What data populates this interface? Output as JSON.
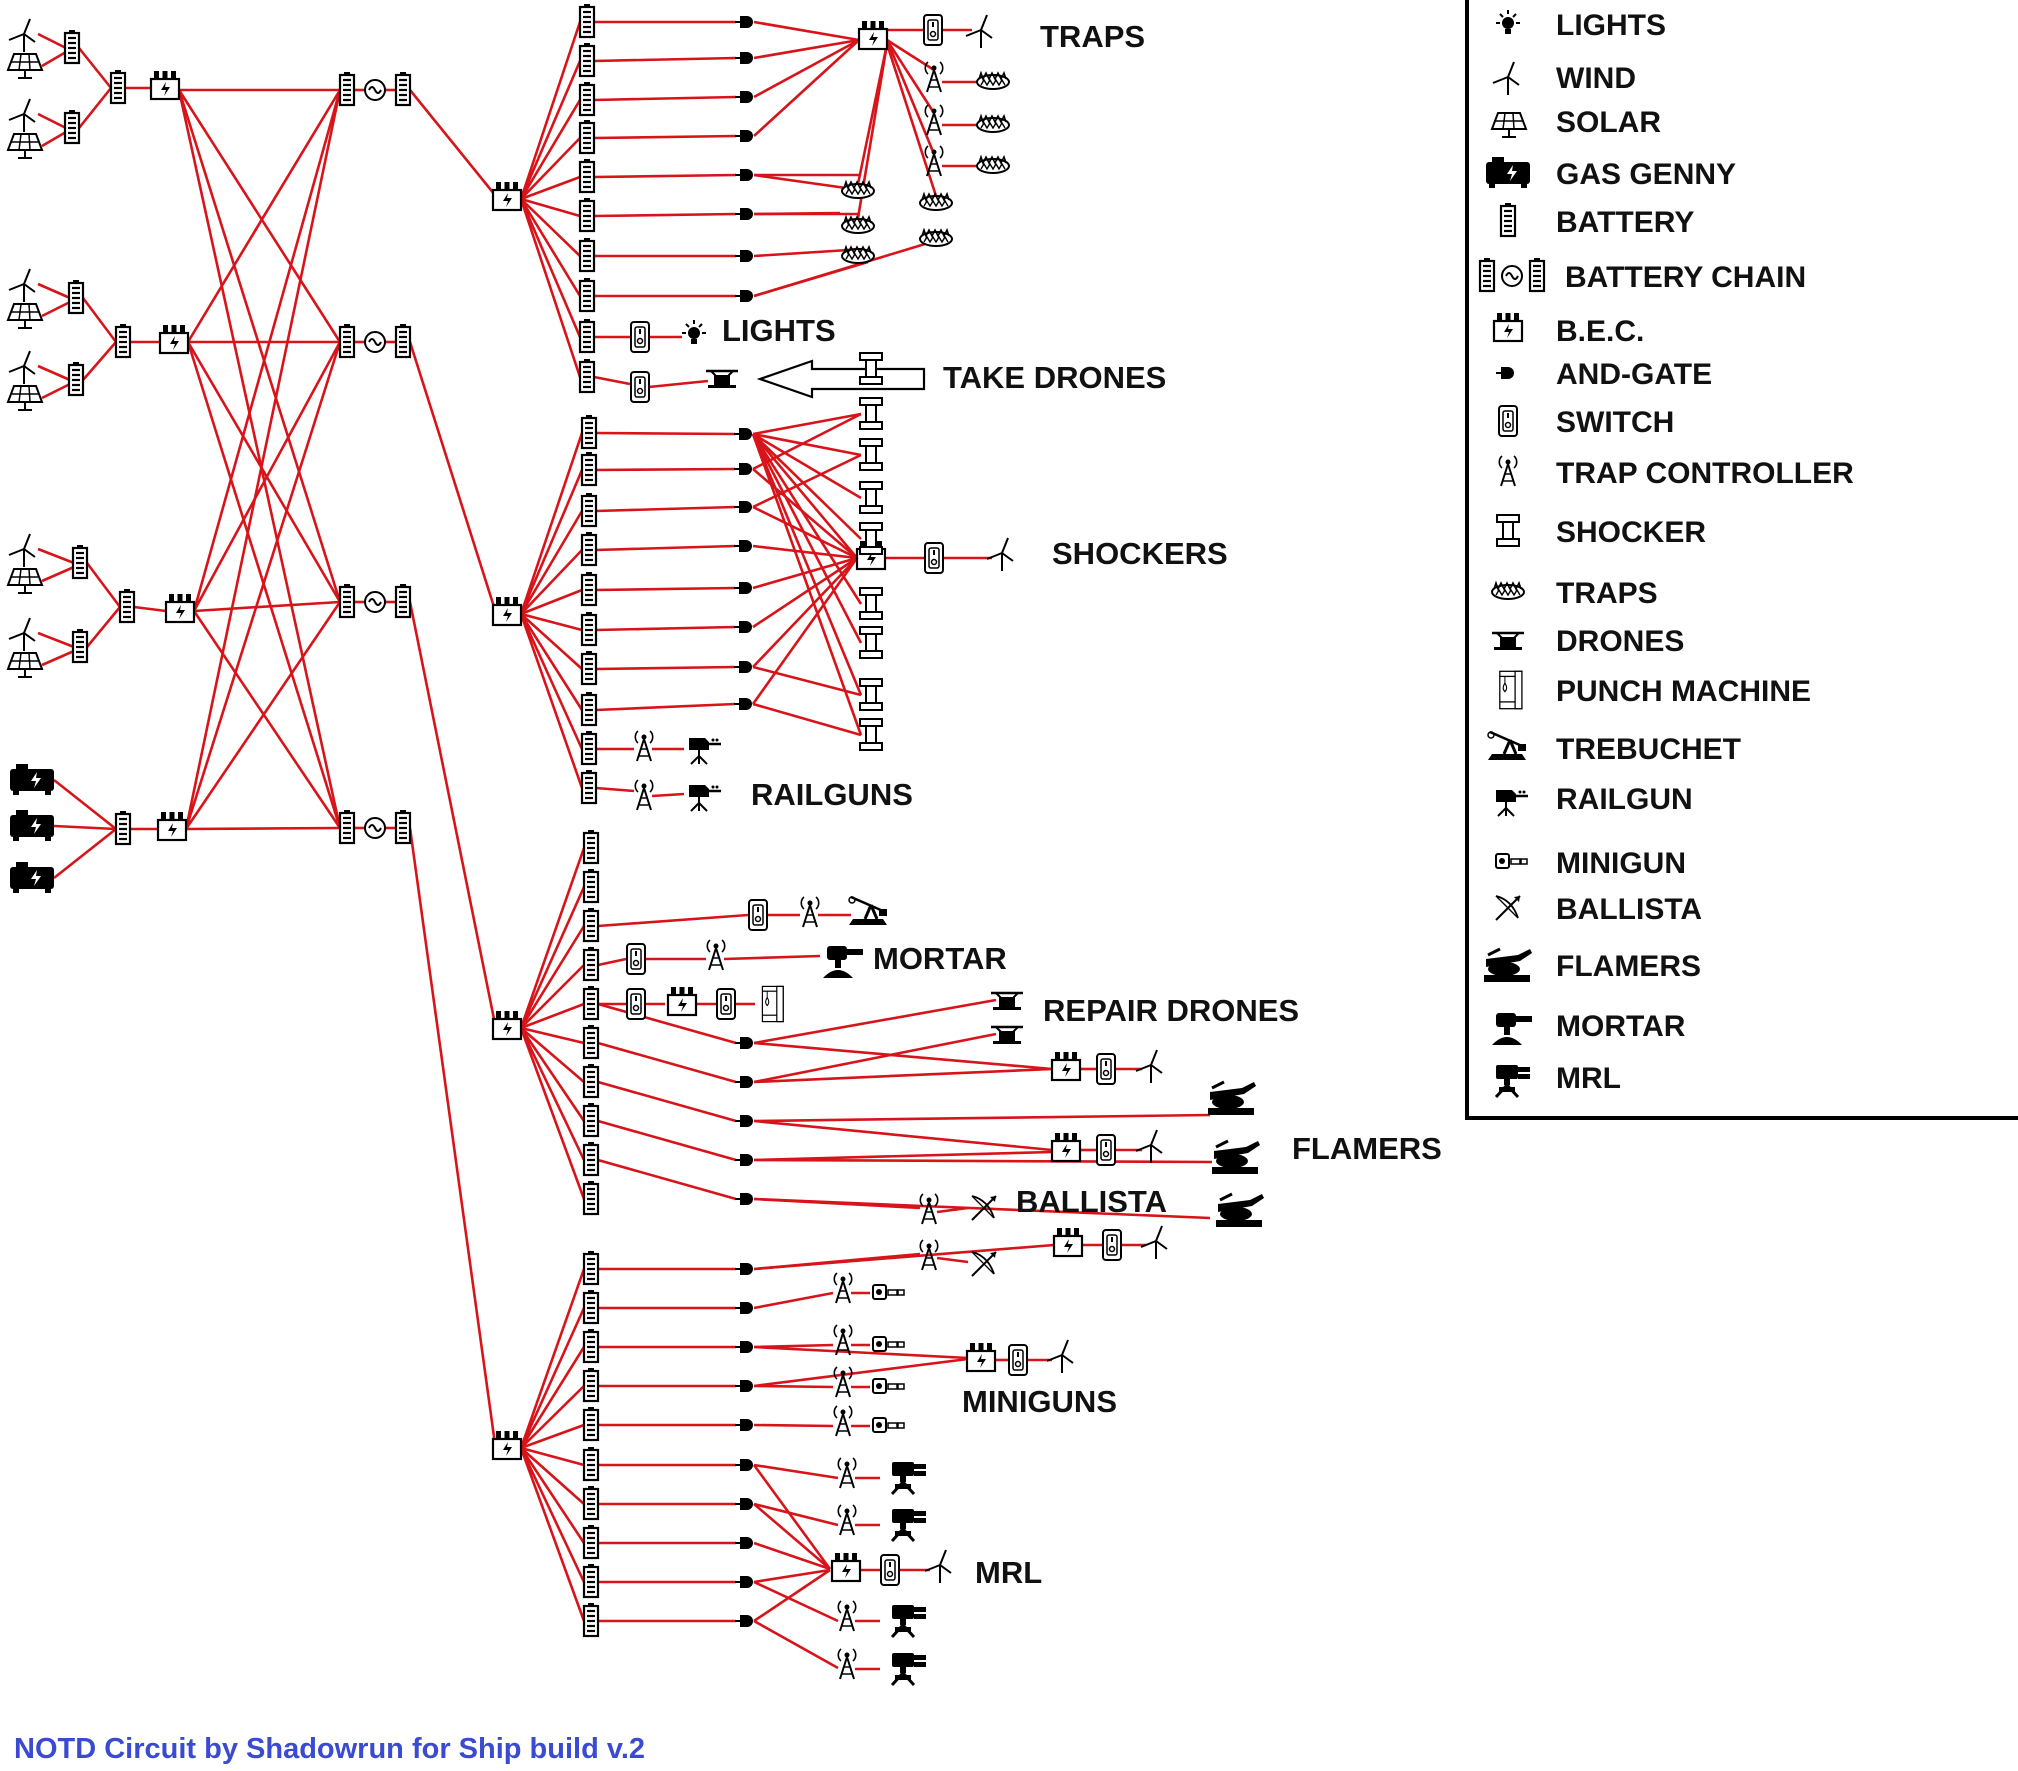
{
  "section_labels": {
    "traps": "TRAPS",
    "lights": "LIGHTS",
    "take_drones": "TAKE DRONES",
    "shockers": "SHOCKERS",
    "railguns": "RAILGUNS",
    "mortar": "MORTAR",
    "repair_drones": "REPAIR DRONES",
    "flamers": "FLAMERS",
    "ballista": "BALLISTA",
    "miniguns": "MINIGUNS",
    "mrl": "MRL"
  },
  "legend": [
    {
      "icon": "bulb-icon",
      "label": "LIGHTS"
    },
    {
      "icon": "wind-turbine-icon",
      "label": "WIND"
    },
    {
      "icon": "solar-panel-icon",
      "label": "SOLAR"
    },
    {
      "icon": "gas-generator-icon",
      "label": "GAS GENNY"
    },
    {
      "icon": "battery-icon",
      "label": "BATTERY"
    },
    {
      "icon": "battery-chain-icon",
      "label": "BATTERY CHAIN"
    },
    {
      "icon": "bec-icon",
      "label": "B.E.C."
    },
    {
      "icon": "and-gate-icon",
      "label": "AND-GATE"
    },
    {
      "icon": "switch-icon",
      "label": "SWITCH"
    },
    {
      "icon": "trap-controller-icon",
      "label": "TRAP CONTROLLER"
    },
    {
      "icon": "shocker-icon",
      "label": "SHOCKER"
    },
    {
      "icon": "trap-icon",
      "label": "TRAPS"
    },
    {
      "icon": "drone-icon",
      "label": "DRONES"
    },
    {
      "icon": "punch-machine-icon",
      "label": "PUNCH MACHINE"
    },
    {
      "icon": "trebuchet-icon",
      "label": "TREBUCHET"
    },
    {
      "icon": "railgun-icon",
      "label": "RAILGUN"
    },
    {
      "icon": "minigun-icon",
      "label": "MINIGUN"
    },
    {
      "icon": "ballista-icon",
      "label": "BALLISTA"
    },
    {
      "icon": "flamer-icon",
      "label": "FLAMERS"
    },
    {
      "icon": "mortar-icon",
      "label": "MORTAR"
    },
    {
      "icon": "mrl-icon",
      "label": "MRL"
    }
  ],
  "credit": "NOTD Circuit by Shadowrun for Ship build v.2",
  "colors": {
    "wire": "#d8141b",
    "credit": "#3b4bd1",
    "ink": "#111111"
  }
}
